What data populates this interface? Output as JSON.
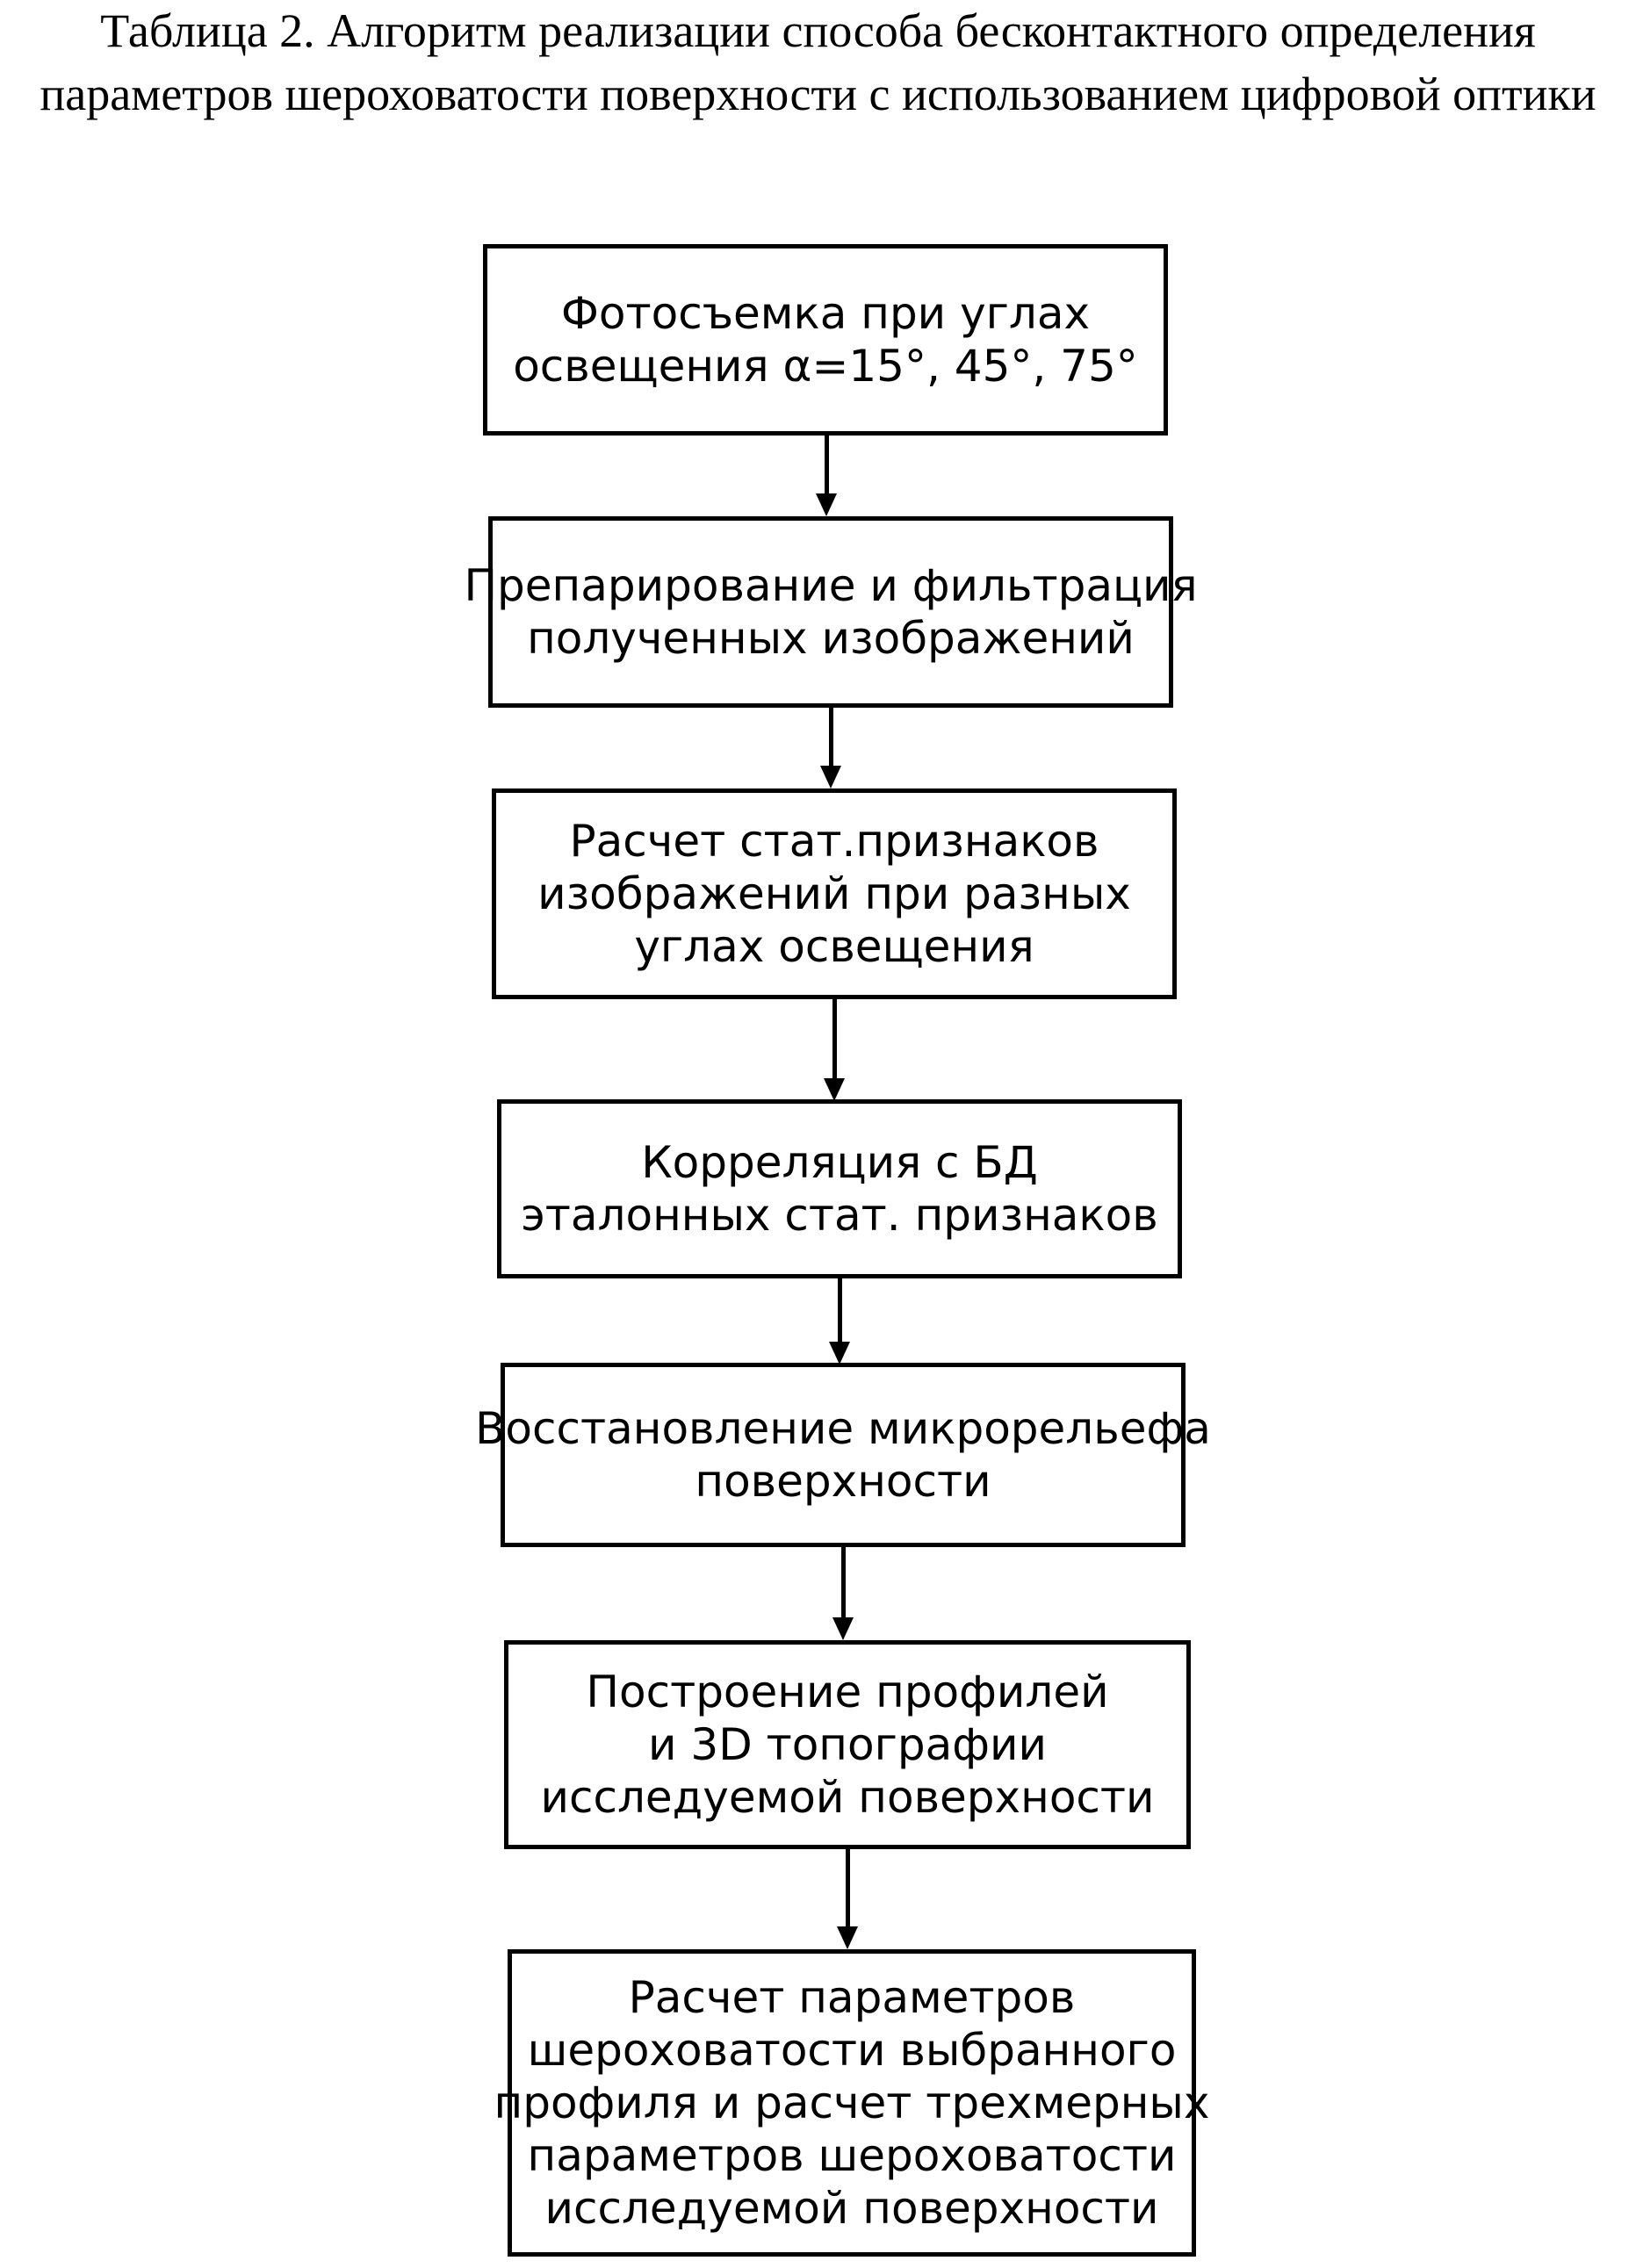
{
  "title": {
    "line1": "Таблица 2. Алгоритм реализации способа бесконтактного определения",
    "line2": "параметров шероховатости поверхности с использованием цифровой оптики"
  },
  "steps": [
    {
      "lines": [
        "Фотосъемка при углах",
        "освещения α=15°, 45°, 75°"
      ]
    },
    {
      "lines": [
        "Препарирование и фильтрация",
        "полученных изображений"
      ]
    },
    {
      "lines": [
        "Расчет стат.признаков",
        "изображений при разных",
        "углах освещения"
      ]
    },
    {
      "lines": [
        "Корреляция с БД",
        "эталонных стат. признаков"
      ]
    },
    {
      "lines": [
        "Восстановление микрорельефа",
        "поверхности"
      ]
    },
    {
      "lines": [
        "Построение профилей",
        "и 3D топографии",
        "исследуемой поверхности"
      ]
    },
    {
      "lines": [
        "Расчет параметров",
        "шероховатости выбранного",
        "профиля и расчет трехмерных",
        "параметров шероховатости",
        "исследуемой поверхности"
      ]
    }
  ]
}
